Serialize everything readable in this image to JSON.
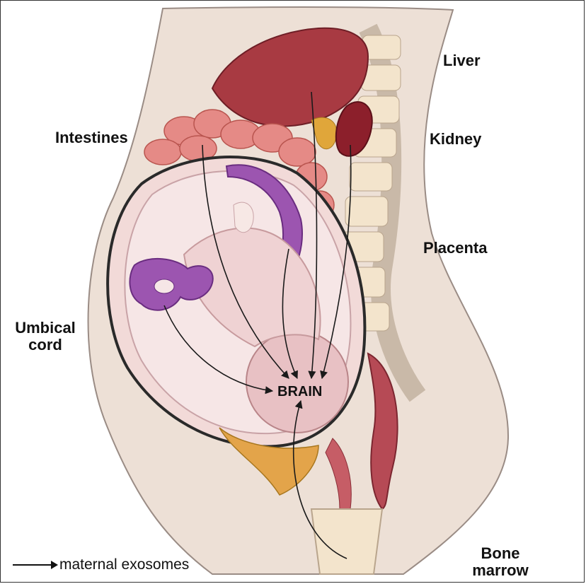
{
  "labels": {
    "liver": "Liver",
    "intestines": "Intestines",
    "kidney": "Kidney",
    "placenta": "Placenta",
    "umbilical_line1": "Umbical",
    "umbilical_line2": "cord",
    "brain": "BRAIN",
    "bone_marrow_line1": "Bone",
    "bone_marrow_line2": "marrow"
  },
  "legend": {
    "text": "maternal exosomes"
  },
  "colors": {
    "skin": "#ede0d6",
    "liver": "#a83a42",
    "intestines": "#e58a86",
    "spine": "#f3e4cc",
    "placenta": "#9c55b0",
    "uterus_wall": "#2a2a2a",
    "fetus": "#e8c1c4",
    "arrows": "#1a1a1a"
  }
}
